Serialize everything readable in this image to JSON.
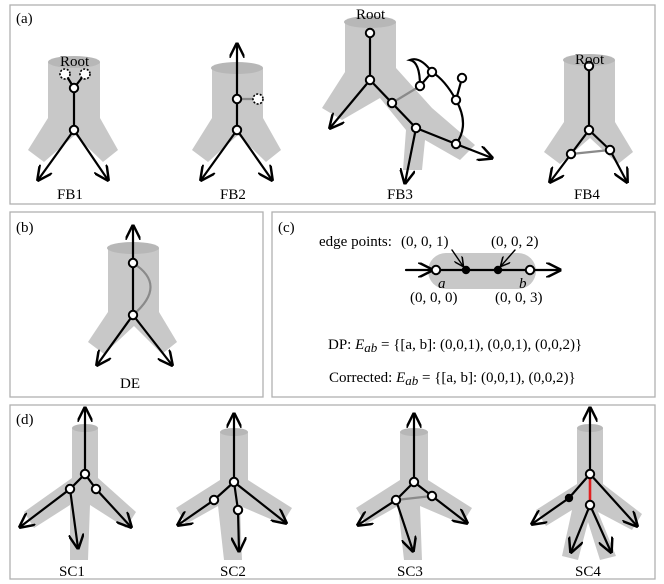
{
  "panels": {
    "a": {
      "tag": "(a)",
      "root_labels": [
        "Root",
        "Root",
        "Root"
      ],
      "captions": [
        "FB1",
        "FB2",
        "FB3",
        "FB4"
      ]
    },
    "b": {
      "tag": "(b)",
      "caption": "DE"
    },
    "c": {
      "tag": "(c)",
      "edge_points_label": "edge points:",
      "coords_top": [
        "(0, 0, 1)",
        "(0, 0, 2)"
      ],
      "coords_bottom": [
        "(0, 0, 0)",
        "(0, 0, 3)"
      ],
      "node_a": "a",
      "node_b": "b",
      "dp_prefix": "DP: ",
      "dp_formula": "E",
      "dp_sub": "ab",
      "dp_value": " = {[a, b]: (0,0,1), (0,0,1), (0,0,2)}",
      "corrected_prefix": "Corrected: ",
      "corrected_value": " = {[a, b]: (0,0,1), (0,0,2)}"
    },
    "d": {
      "tag": "(d)",
      "captions": [
        "SC1",
        "SC2",
        "SC3",
        "SC4"
      ]
    }
  },
  "colors": {
    "tube": "#c8c8c8",
    "panel_border": "#b0b0b0",
    "highlight_edge": "#e02020",
    "secondary_edge": "#8a8a8a"
  }
}
